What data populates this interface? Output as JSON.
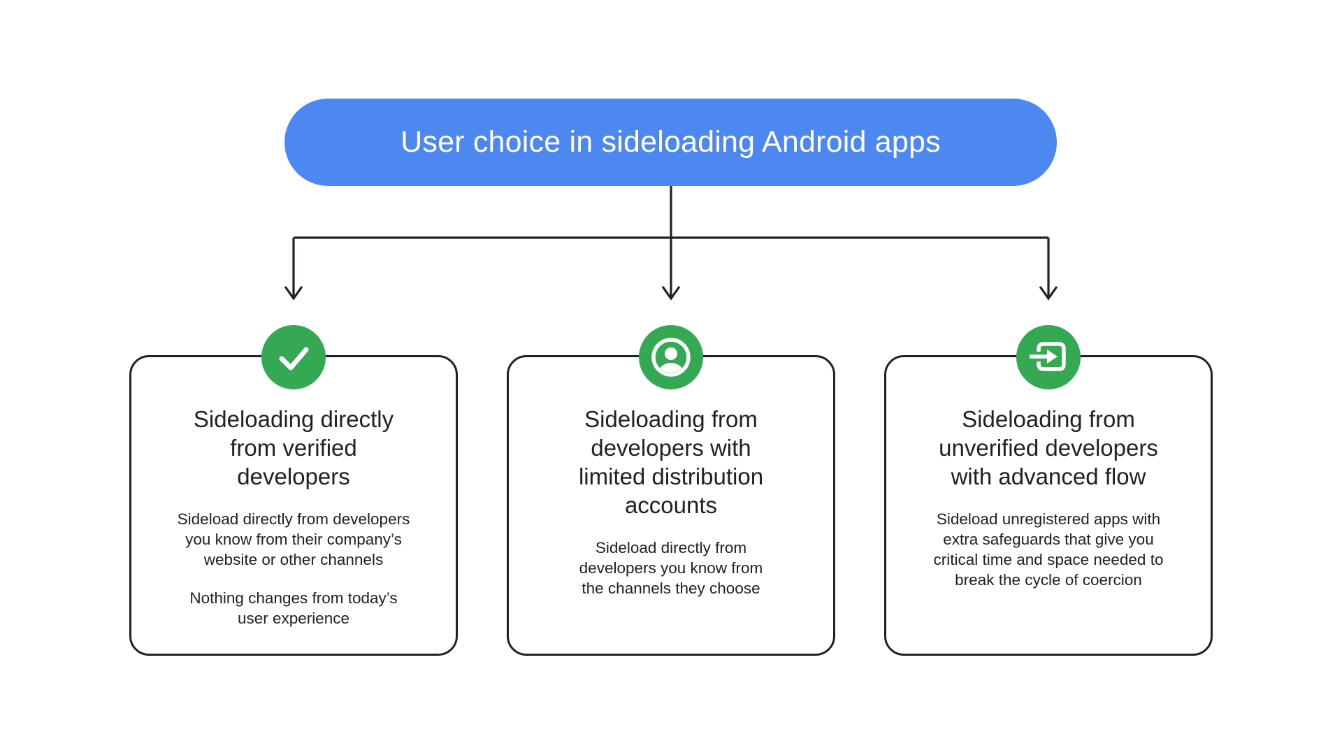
{
  "diagram": {
    "title": "User choice in sideloading Android apps"
  },
  "colors": {
    "pill_blue": "#4D87F0",
    "icon_green": "#34A853",
    "line_dark": "#202124",
    "text_dark": "#202124",
    "background": "#FFFFFF"
  },
  "cards": [
    {
      "icon": "check-icon",
      "heading": "Sideloading directly from verified developers",
      "paragraphs": [
        "Sideload directly from developers you know from their company’s website or other channels",
        "Nothing changes from today’s user experience"
      ]
    },
    {
      "icon": "account-circle-icon",
      "heading": "Sideloading from developers with limited distribution accounts",
      "paragraphs": [
        "Sideload directly from developers you know from the channels they choose"
      ]
    },
    {
      "icon": "exit-to-app-icon",
      "heading": "Sideloading from unverified developers with advanced flow",
      "paragraphs": [
        "Sideload unregistered apps with extra safeguards that give you critical time and space needed to break the cycle of coercion"
      ]
    }
  ]
}
